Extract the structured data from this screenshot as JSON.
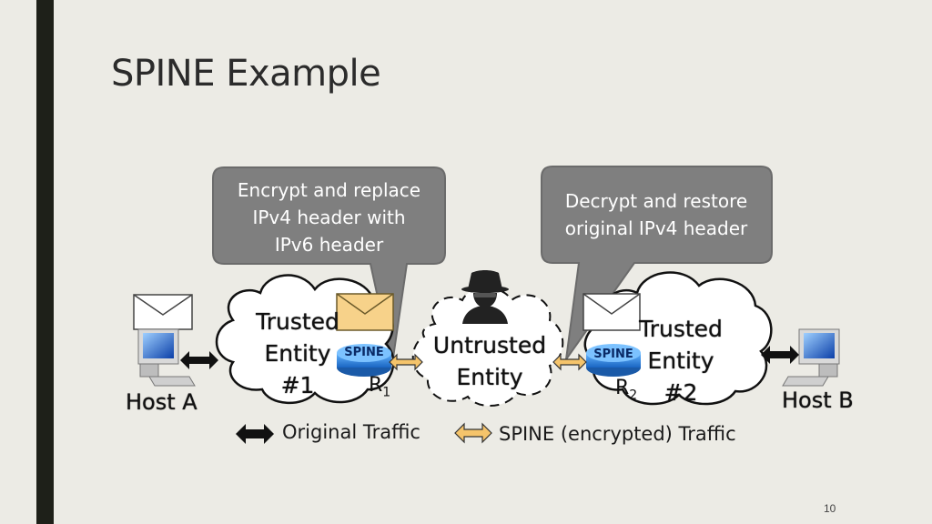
{
  "slide": {
    "title": "SPINE Example",
    "page_number": "10"
  },
  "callouts": {
    "left": [
      "Encrypt and replace",
      "IPv4 header with",
      "IPv6 header"
    ],
    "right": [
      "Decrypt and restore",
      "original IPv4 header"
    ]
  },
  "clouds": {
    "trusted1": [
      "Trusted",
      "Entity",
      "#1"
    ],
    "untrusted": [
      "Untrusted",
      "Entity"
    ],
    "trusted2": [
      "Trusted",
      "Entity",
      "#2"
    ]
  },
  "hosts": {
    "a": "Host A",
    "b": "Host B"
  },
  "routers": {
    "badge": "SPINE",
    "r1": {
      "letter": "R",
      "sub": "1"
    },
    "r2": {
      "letter": "R",
      "sub": "2"
    }
  },
  "legend": {
    "original": "Original Traffic",
    "spine": "SPINE (encrypted) Traffic"
  },
  "colors": {
    "callout_fill": "#7f7f7f",
    "envelope_plain": "#ffffff",
    "envelope_encrypted": "#f7d28a",
    "spine_arrow": "#f5c46b",
    "router_blue": "#1f78c8"
  }
}
